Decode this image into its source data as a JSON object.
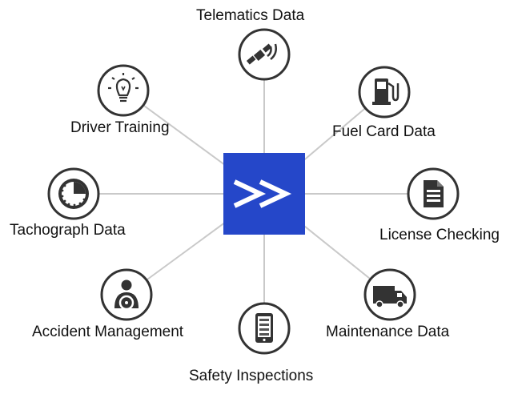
{
  "hub": {
    "label": ">>",
    "color": "#2547c9"
  },
  "nodes": [
    {
      "id": "telematics",
      "label": "Telematics Data",
      "icon": "satellite-icon"
    },
    {
      "id": "fuel",
      "label": "Fuel Card Data",
      "icon": "fuel-pump-icon"
    },
    {
      "id": "license",
      "label": "License Checking",
      "icon": "document-icon"
    },
    {
      "id": "maintenance",
      "label": "Maintenance Data",
      "icon": "van-icon"
    },
    {
      "id": "safety",
      "label": "Safety Inspections",
      "icon": "tablet-icon"
    },
    {
      "id": "accident",
      "label": "Accident Management",
      "icon": "driver-steering-wheel-icon"
    },
    {
      "id": "tachograph",
      "label": "Tachograph Data",
      "icon": "clock-gauge-icon"
    },
    {
      "id": "training",
      "label": "Driver Training",
      "icon": "lightbulb-icon"
    }
  ]
}
